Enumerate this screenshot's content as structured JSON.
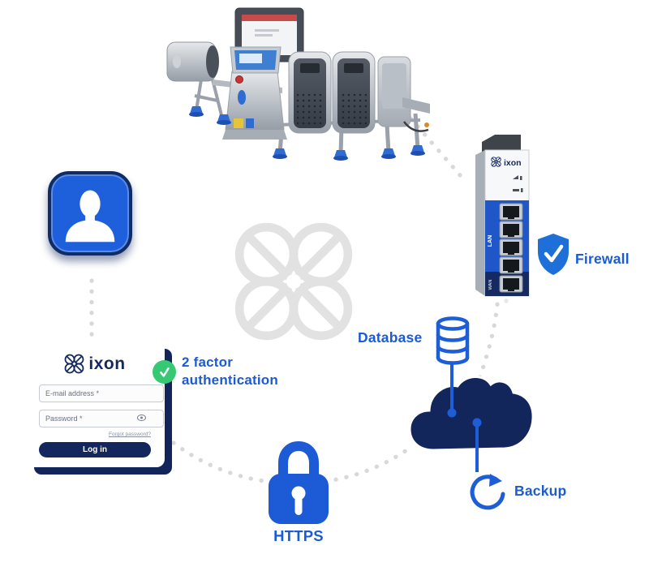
{
  "labels": {
    "two_factor_line1": "2 factor",
    "two_factor_line2": "authentication",
    "firewall": "Firewall",
    "database": "Database",
    "backup": "Backup",
    "https": "HTTPS"
  },
  "login_card": {
    "logo_text": "ixon",
    "email_placeholder": "E-mail address *",
    "password_placeholder": "Password *",
    "forgot_password": "Forgot password?",
    "login_button": "Log in"
  },
  "router": {
    "logo_text": "ixon",
    "lan_label": "LAN",
    "wan_label": "WAN"
  },
  "colors": {
    "accent_blue": "#1b5bd3",
    "icon_blue": "#1d5ad6",
    "navy": "#13275e",
    "green_check": "#37c873",
    "logo_gray": "#e2e2e2",
    "dot_gray": "#d8d8d8"
  }
}
